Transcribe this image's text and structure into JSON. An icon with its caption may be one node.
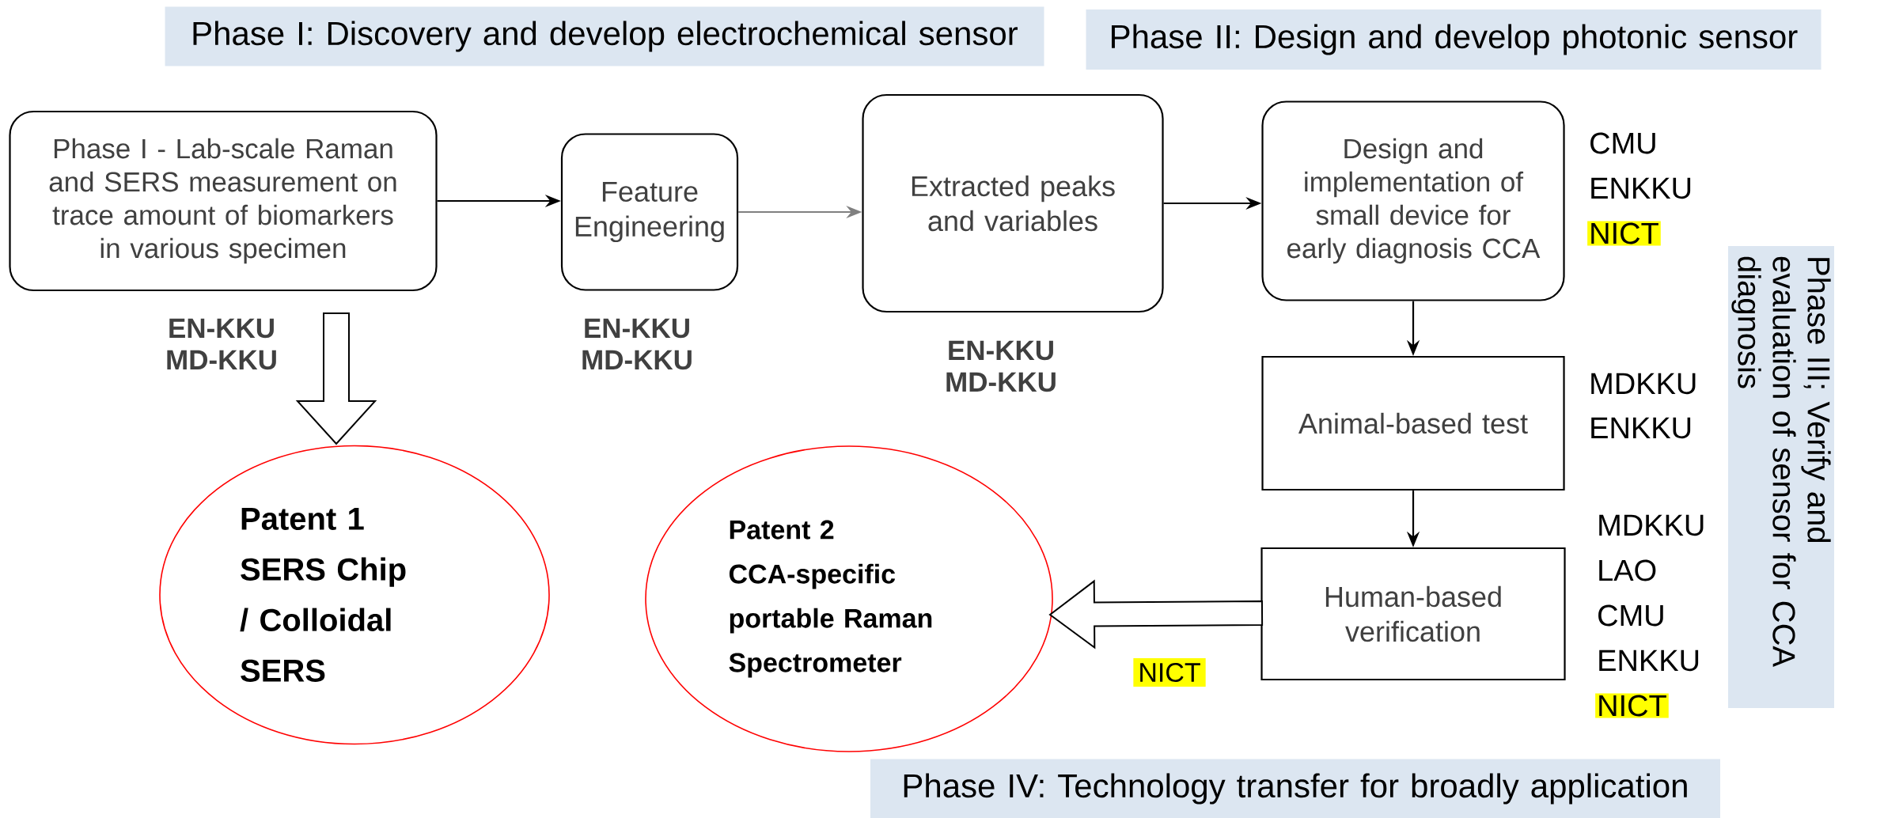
{
  "diagram": {
    "nodes": [
      {
        "text": [
          "Phase I: Discovery and develop electrochemical sensor"
        ]
      },
      {
        "text": [
          "Phase II: Design and develop photonic sensor"
        ]
      },
      {
        "text": [
          "Phase III; Verify and evaluation of sensor for CCA diagnosis"
        ]
      },
      {
        "text": [
          "Phase IV: Technology transfer for broadly application"
        ]
      },
      {
        "text": [
          "Phase I - Lab-scale Raman and SERS measurement on trace amount of biomarkers in various specimen"
        ],
        "beside": [
          "EN-KKU",
          "MD-KKU"
        ]
      },
      {
        "text": [
          "Feature Engineering"
        ],
        "beside": [
          "EN-KKU",
          "MD-KKU"
        ]
      },
      {
        "text": [
          "Extracted peaks and variables"
        ],
        "beside": [
          "EN-KKU",
          "MD-KKU"
        ]
      },
      {
        "text": [
          "Design and implementation of small device for early diagnosis CCA"
        ],
        "beside": [
          "CMU",
          "ENKKU",
          "NICT"
        ]
      },
      {
        "text": [
          "Animal-based test"
        ],
        "beside": [
          "MDKKU",
          "ENKKU"
        ]
      },
      {
        "text": [
          "Human-based verification"
        ],
        "beside": [
          "MDKKU",
          "LAO",
          "CMU",
          "ENKKU",
          "NICT"
        ]
      },
      {
        "text": [
          "Patent 1",
          "SERS Chip / Colloidal SERS"
        ]
      },
      {
        "text": [
          "Patent 2",
          "CCA-specific portable Raman Spectrometer"
        ]
      }
    ],
    "edges": [
      {
        "from": 4,
        "to": 5,
        "arrow": "to"
      },
      {
        "from": 5,
        "to": 6,
        "arrow": "to",
        "color": "#808080"
      },
      {
        "from": 6,
        "to": 7,
        "arrow": "to"
      },
      {
        "from": 7,
        "to": 8,
        "arrow": "to"
      },
      {
        "from": 8,
        "to": 9,
        "arrow": "to"
      },
      {
        "from": 4,
        "to": 10,
        "arrow": "to",
        "style": "thick"
      },
      {
        "from": 9,
        "to": 11,
        "arrow": "to",
        "style": "thick",
        "label": "NICT"
      }
    ]
  }
}
